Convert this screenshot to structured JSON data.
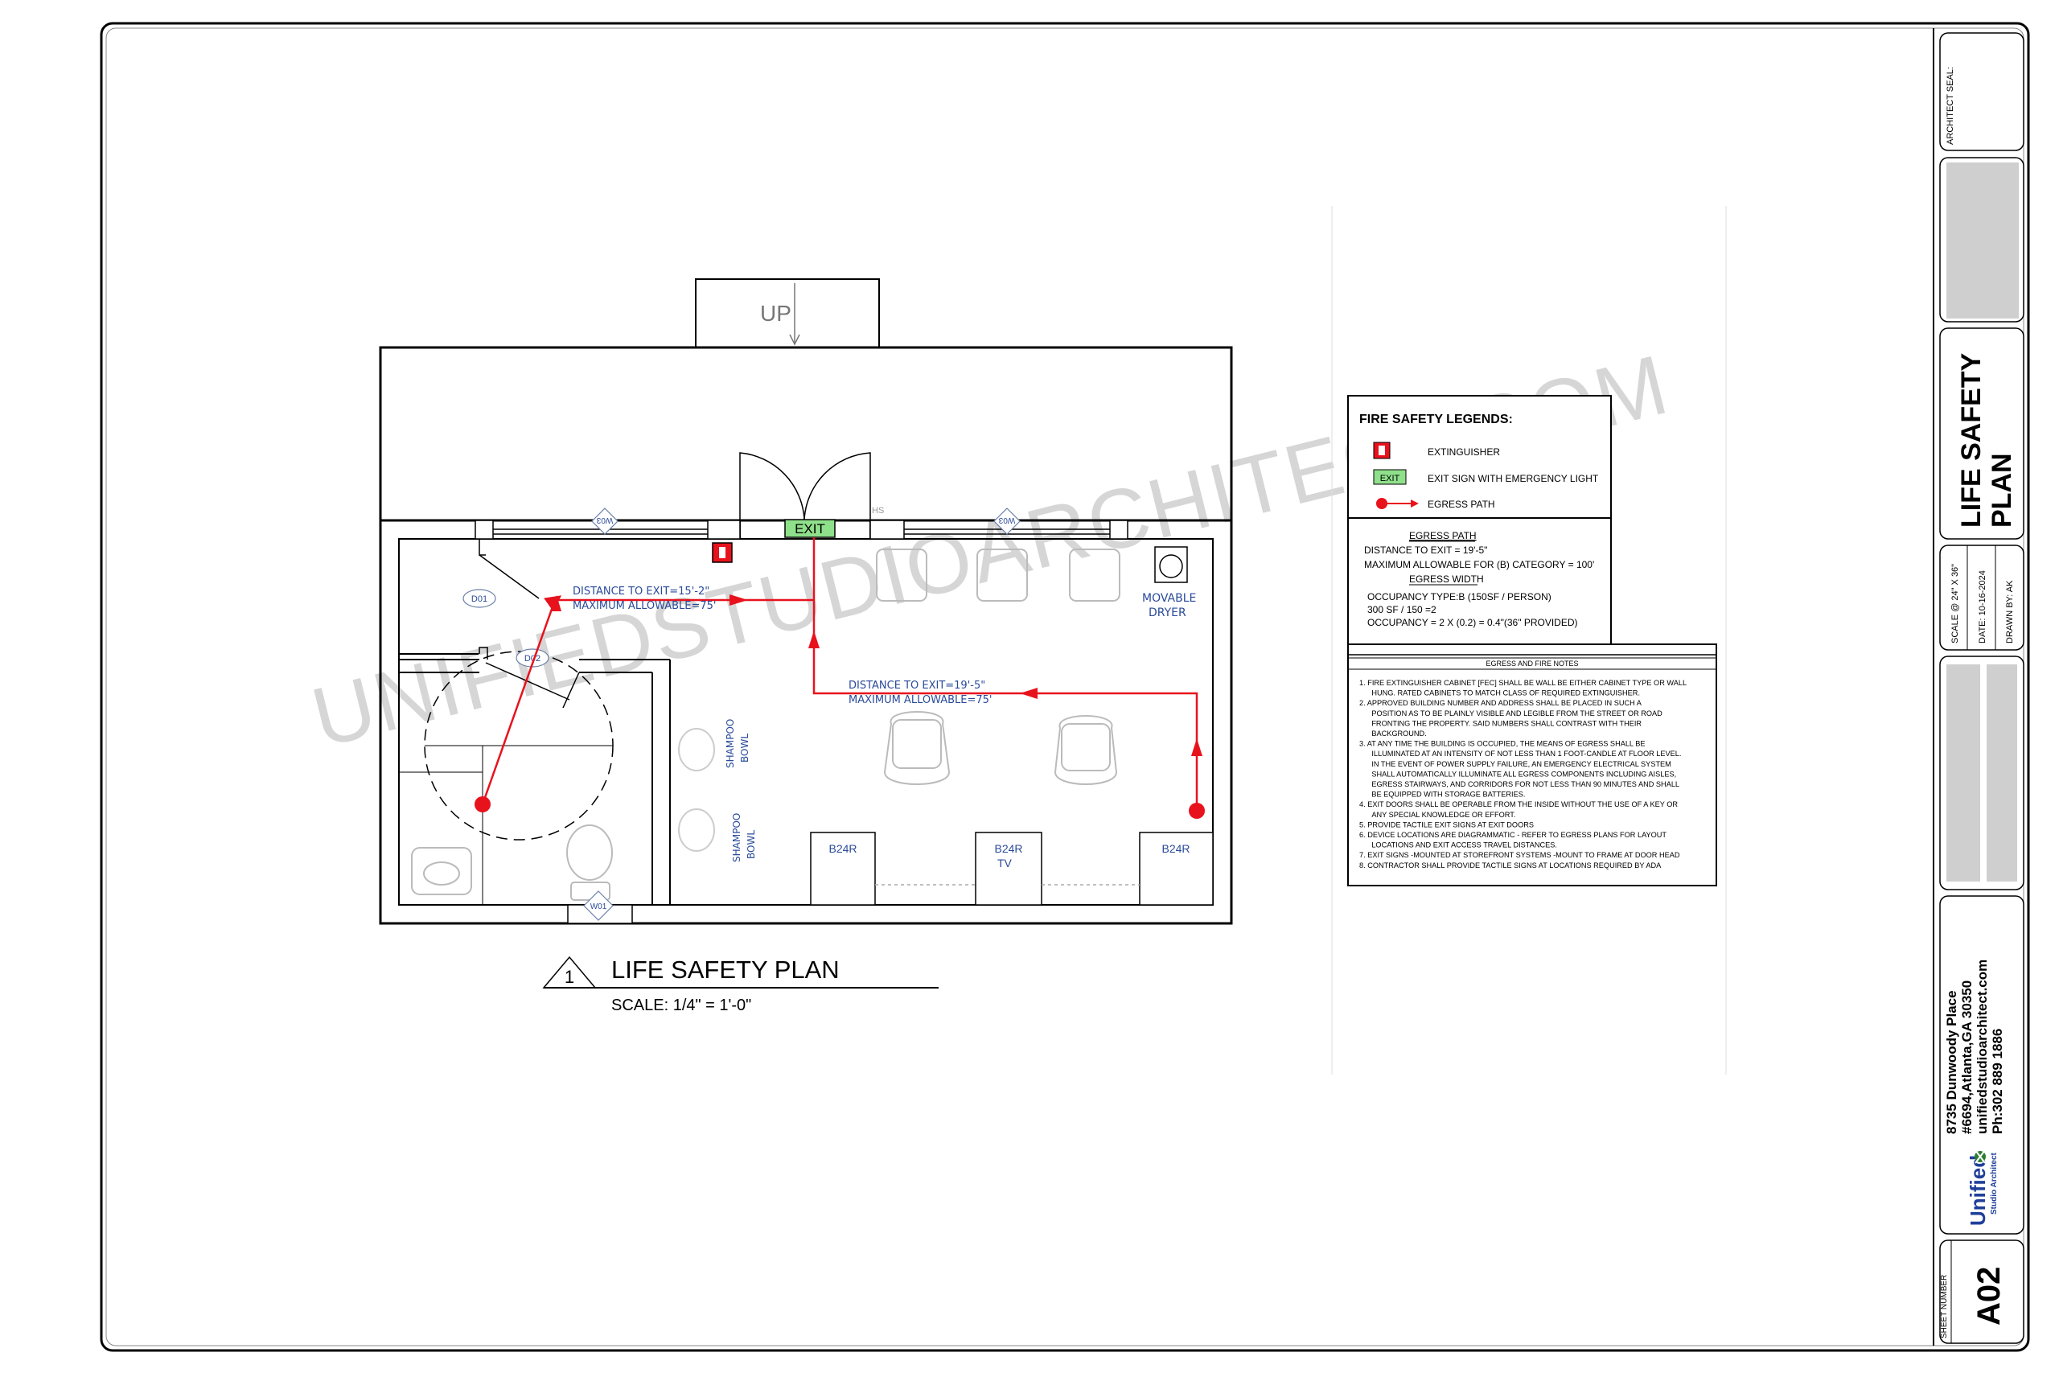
{
  "plan": {
    "up_label": "UP",
    "exit_label": "EXIT",
    "distance_label_1": "DISTANCE TO EXIT=15'-2\"",
    "max_label_1": "MAXIMUM ALLOWABLE=75'",
    "distance_label_2": "DISTANCE TO EXIT=19'-5\"",
    "max_label_2": "MAXIMUM ALLOWABLE=75'",
    "movable_dryer_1": "MOVABLE",
    "movable_dryer_2": "DRYER",
    "shampoo_1": "SHAMPOO",
    "bowl_1": "BOWL",
    "shampoo_2": "SHAMPOO",
    "bowl_2": "BOWL",
    "d01": "D01",
    "d02": "D02",
    "w03_left": "W03",
    "w03_right": "W03",
    "w01": "W01",
    "b24r_1": "B24R",
    "b24r_2": "B24R",
    "tv": "TV",
    "b24r_3": "B24R",
    "hs": "HS",
    "title_number": "1",
    "title": "LIFE SAFETY PLAN",
    "scale": "SCALE: 1/4\" = 1'-0\""
  },
  "watermark": "UNIFIEDSTUDIOARCHITECT.COM",
  "legend": {
    "title": "FIRE SAFETY LEGENDS:",
    "extinguisher": "EXTINGUISHER",
    "exit_icon_text": "EXIT",
    "exit_sign": "EXIT SIGN WITH EMERGENCY LIGHT",
    "egress_path": "EGRESS PATH",
    "egress_heading": "EGRESS PATH",
    "egress_distance": "DISTANCE TO EXIT = 19'-5\"",
    "egress_max": "MAXIMUM ALLOWABLE FOR (B) CATEGORY = 100'",
    "width_heading": "EGRESS WIDTH",
    "occupancy_type": "OCCUPANCY TYPE:B (150SF / PERSON)",
    "occupancy_calc": "300 SF / 150 =2",
    "occupancy_width": "OCCUPANCY = 2 X (0.2) = 0.4\"(36\" PROVIDED)"
  },
  "notes": {
    "heading": "EGRESS AND FIRE NOTES",
    "lines": [
      "1.   FIRE EXTINGUISHER CABINET [FEC] SHALL BE WALL BE EITHER CABINET TYPE OR WALL",
      "      HUNG.  RATED CABINETS TO MATCH CLASS OF REQUIRED EXTINGUISHER.",
      "2.   APPROVED BUILDING NUMBER AND ADDRESS SHALL BE PLACED IN SUCH A",
      "      POSITION AS TO BE PLAINLY VISIBLE AND LEGIBLE FROM THE STREET OR ROAD",
      "      FRONTING THE PROPERTY. SAID NUMBERS SHALL CONTRAST WITH THEIR",
      "      BACKGROUND.",
      "3.   AT ANY TIME THE BUILDING IS OCCUPIED, THE MEANS OF EGRESS SHALL BE",
      "      ILLUMINATED AT AN INTENSITY OF NOT LESS THAN 1 FOOT-CANDLE AT FLOOR LEVEL.",
      "      IN THE EVENT OF POWER SUPPLY FAILURE, AN EMERGENCY ELECTRICAL SYSTEM",
      "      SHALL AUTOMATICALLY ILLUMINATE ALL EGRESS COMPONENTS INCLUDING AISLES,",
      "      EGRESS STAIRWAYS, AND CORRIDORS FOR NOT LESS THAN 90 MINUTES AND SHALL",
      "      BE EQUIPPED WITH STORAGE BATTERIES.",
      "4.   EXIT DOORS SHALL BE OPERABLE FROM THE INSIDE WITHOUT THE USE OF A KEY OR",
      "      ANY SPECIAL KNOWLEDGE OR EFFORT.",
      "5.   PROVIDE TACTILE EXIT SIGNS AT EXIT DOORS",
      "6.   DEVICE LOCATIONS ARE DIAGRAMMATIC - REFER TO EGRESS PLANS FOR LAYOUT",
      "      LOCATIONS AND EXIT ACCESS TRAVEL DISTANCES.",
      "7.   EXIT SIGNS -MOUNTED AT STOREFRONT SYSTEMS -MOUNT TO FRAME AT DOOR HEAD",
      "8.   CONTRACTOR SHALL PROVIDE TACTILE SIGNS AT LOCATIONS REQUIRED BY ADA"
    ]
  },
  "title_block": {
    "architect_seal": "ARCHITECT SEAL:",
    "sheet_title_1": "LIFE SAFETY",
    "sheet_title_2": "PLAN",
    "scale": "SCALE @ 24\" X 36\"",
    "date": "DATE: 10-16-2024",
    "drawn_by": "DRAWN BY: AK",
    "address_1": "8735 Dunwoody Place",
    "address_2": "#6694,Atlanta,GA 30350",
    "website": "unifiedstudioarchitect.com",
    "phone": "Ph:302 889 1886",
    "logo_main": "Unified",
    "logo_sub": "Studio Architect",
    "sheet_number_label": "SHEET NUMBER",
    "sheet_number": "A02"
  },
  "colors": {
    "line": "#000000",
    "egress": "#e8121d",
    "exit_green": "#8fe08a",
    "blue_text": "#2a4a9a",
    "watermark": "#c8c8c8",
    "placeholder_gray": "#cfcfcf"
  }
}
